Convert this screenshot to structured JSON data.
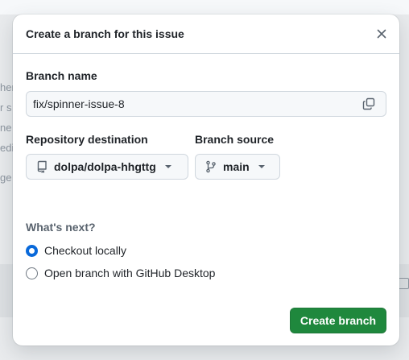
{
  "background": {
    "fragments": [
      "her",
      "r s",
      "ne",
      "edi",
      "ge"
    ]
  },
  "dialog": {
    "title": "Create a branch for this issue",
    "branch_name_label": "Branch name",
    "branch_name_value": "fix/spinner-issue-8",
    "repo_destination_label": "Repository destination",
    "repo_destination_value": "dolpa/dolpa-hhgttg",
    "branch_source_label": "Branch source",
    "branch_source_value": "main",
    "whats_next_label": "What's next?",
    "options": [
      {
        "label": "Checkout locally",
        "checked": true
      },
      {
        "label": "Open branch with GitHub Desktop",
        "checked": false
      }
    ],
    "create_button_label": "Create branch"
  },
  "icons": {
    "close": "close-icon",
    "copy": "copy-icon",
    "repo": "repo-icon",
    "branch": "git-branch-icon",
    "caret": "triangle-down-icon"
  },
  "colors": {
    "primary_button": "#1f883d",
    "radio_accent": "#0969da",
    "border": "#d0d7de"
  }
}
